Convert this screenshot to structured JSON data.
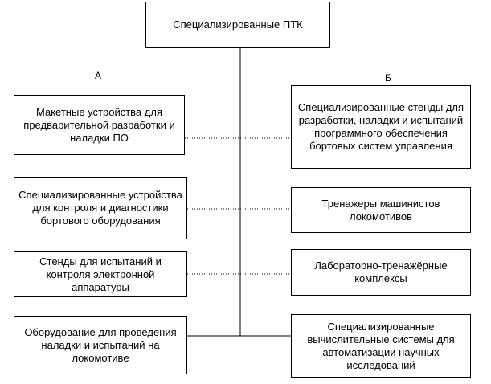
{
  "root": {
    "label": "Специализированные ПТК"
  },
  "groups": {
    "left_label": "А",
    "right_label": "Б"
  },
  "left_boxes": [
    {
      "label": "Макетные устройства для предварительной разработки и наладки ПО"
    },
    {
      "label": "Специализированные устройства для контроля и диагностики бортового оборудования"
    },
    {
      "label": "Стенды для испытаний и контроля электронной аппаратуры"
    },
    {
      "label": "Оборудование для проведения наладки и испытаний на локомотиве"
    }
  ],
  "right_boxes": [
    {
      "label": "Специализированные стенды для разработки, наладки и испытаний программного обеспечения бортовых систем управления"
    },
    {
      "label": "Тренажеры машинистов локомотивов"
    },
    {
      "label": "Лабораторно-тренажёрные комплексы"
    },
    {
      "label": "Специализированные вычислительные системы для автоматизации научных исследований"
    }
  ]
}
